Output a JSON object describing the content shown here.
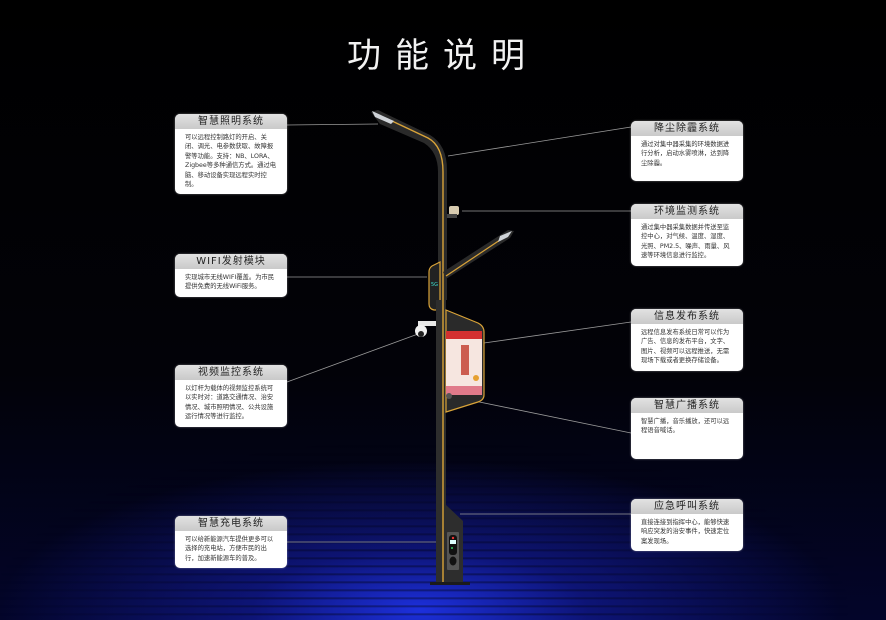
{
  "title": "功能说明",
  "features": {
    "lighting": {
      "title": "智慧照明系统",
      "text": "可以远程控制路灯的开启、关闭、调光、电参数获取、故障报警等功能。支持：NB、LORA、Zigbee等多种通信方式。通过电脑、移动设备实现远程实时控制。"
    },
    "dust": {
      "title": "降尘除霾系统",
      "text": "通过对集中器采集的环境数据进行分析，启动水雾喷淋，达到降尘除霾。"
    },
    "environment": {
      "title": "环境监测系统",
      "text": "通过集中器采集数据并传送至监控中心，对气候、温度、湿度、光照、PM2.5、噪声、雨量、风速等环境信息进行监控。"
    },
    "wifi": {
      "title": "WIFI发射模块",
      "text": "实现城市无线WIFI覆盖。为市民提供免费的无线WiFi服务。"
    },
    "info": {
      "title": "信息发布系统",
      "text": "远程信息发布系统日常可以作为广告、信息的发布平台，文字、图片、视频可以远程推送，无需现场下载或者更换存储设备。"
    },
    "video": {
      "title": "视频监控系统",
      "text": "以灯杆为载体的视频监控系统可以实时对：道路交通情况、治安情况、城市照明情况、公共设施运行情况等进行监控。"
    },
    "broadcast": {
      "title": "智慧广播系统",
      "text": "智慧广播，音乐播放，还可以远程语音喊话。"
    },
    "charging": {
      "title": "智慧充电系统",
      "text": "可以给新能源汽车提供更多可以选择的充电站，方便市民的出行，加速新能源车的普及。"
    },
    "emergency": {
      "title": "应急呼叫系统",
      "text": "直接连接到指挥中心，能够快速响应突发的治安事件，快速定位案发现场。"
    }
  },
  "pole_badge": "5G",
  "colors": {
    "accent": "#d9a338",
    "pole": "#2d2d2d",
    "floor": "#1a2fd8"
  }
}
